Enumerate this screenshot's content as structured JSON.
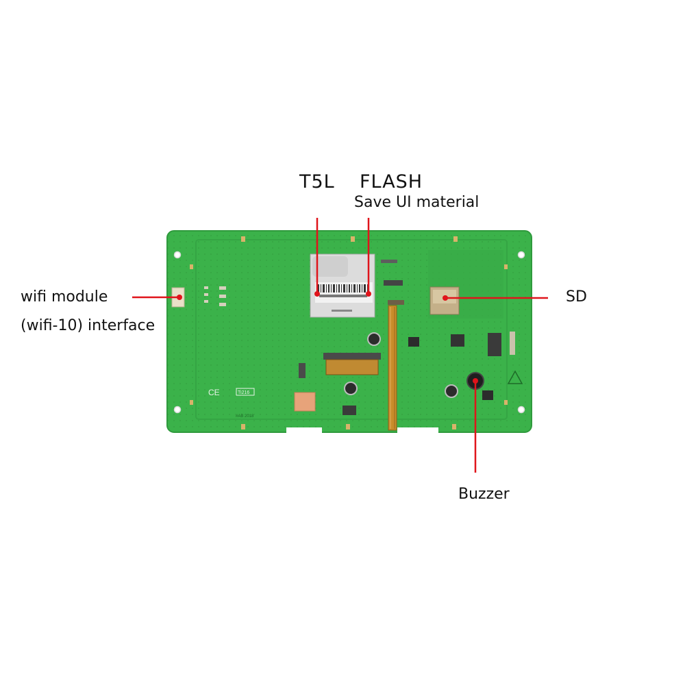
{
  "labels": {
    "t5l": "T5L",
    "flash": "FLASH",
    "flash_note": "Save UI material",
    "wifi_line1": "wifi module",
    "wifi_line2": "(wifi-10) interface",
    "sd": "SD",
    "buzzer": "Buzzer"
  },
  "board": {
    "markings": {
      "ce": "CE",
      "revision": "Ti216",
      "version": "#AB 2018"
    }
  },
  "colors": {
    "board": "#3bb24a",
    "board_edge": "#2f9a3d",
    "leader_line": "#e0141b",
    "flex_cable": "#c98c2a",
    "text": "#111111"
  }
}
